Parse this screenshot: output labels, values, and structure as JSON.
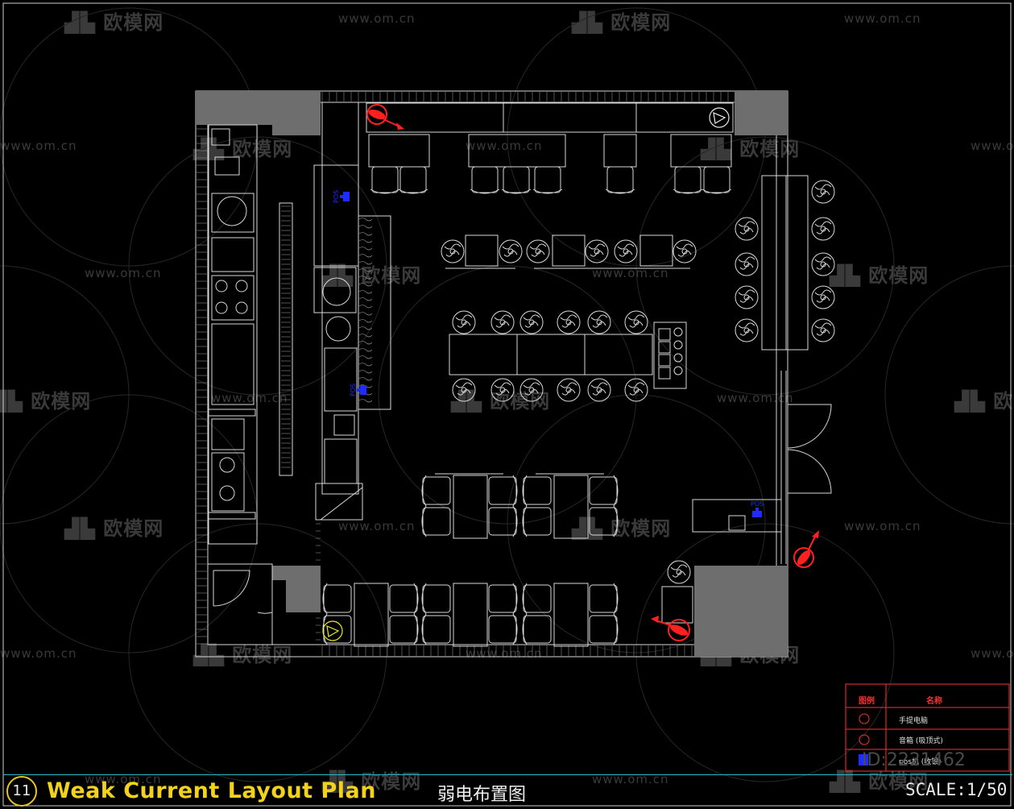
{
  "drawing": {
    "number": "11",
    "title_en": "Weak Current Layout Plan",
    "title_cn": "弱电布置图",
    "scale": "SCALE:1/50"
  },
  "legend": {
    "header_symbol": "图例",
    "header_name": "名称",
    "rows": [
      "手提电脑",
      "音箱 (吸顶式)",
      "pos机 (收银)"
    ],
    "id_text": "ID:2221462"
  },
  "labels": {
    "pos": "POS"
  },
  "watermarks": {
    "logo": "欧模网",
    "url": "www.om.cn"
  },
  "colors": {
    "background": "#000000",
    "line": "#d9d9d9",
    "wall_fill": "#6e6e6e",
    "title_yellow": "#f2d21a",
    "device_red": "#ff2020",
    "device_blue": "#1e2cff",
    "speaker_yellow": "#e9e92a",
    "frame_cyan": "#2bb6c9"
  },
  "icons": [
    "speaker-icon",
    "wifi-camera-icon",
    "pos-terminal-icon",
    "round-table-icon",
    "chair-icon",
    "door-swing-icon"
  ]
}
